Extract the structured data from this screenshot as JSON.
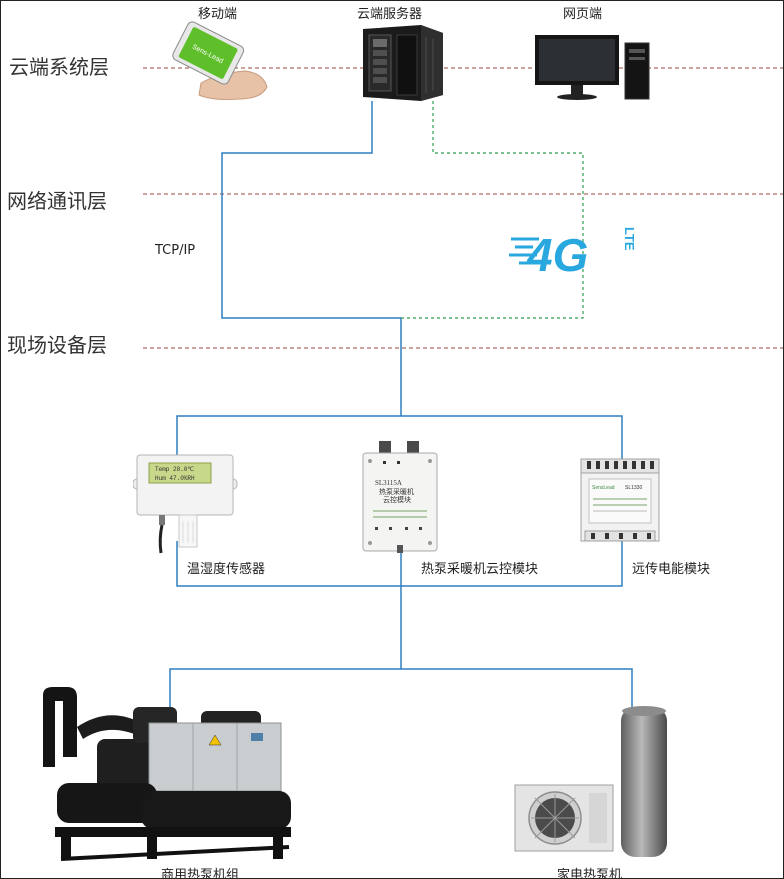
{
  "layers": {
    "cloud": "云端系统层",
    "network": "网络通讯层",
    "field": "现场设备层"
  },
  "devices": {
    "mobile": "移动端",
    "server": "云端服务器",
    "web": "网页端",
    "sensor": "温湿度传感器",
    "cloud_module": "热泵采暖机云控模块",
    "meter": "远传电能模块",
    "commercial": "商用热泵机组",
    "household": "家电热泵机"
  },
  "protocol": "TCP/IP",
  "badge": {
    "main": "4G",
    "sub": "LTE"
  },
  "phone_screen": "Sens-Lead",
  "sensor_lcd": {
    "line1": "Temp  28.0℃",
    "line2": "Hum   47.0%RH"
  },
  "module_text": {
    "model": "SL3115A",
    "name1": "热泵采暖机",
    "name2": "云控模块"
  },
  "meter_text": {
    "brand": "SensLead",
    "model": "SL1330"
  },
  "colors": {
    "blue_line": "#2f7fbf",
    "green_dash": "#2e9e4f",
    "layer_dash": "#9a4a3a",
    "badge": "#29a8e0"
  }
}
